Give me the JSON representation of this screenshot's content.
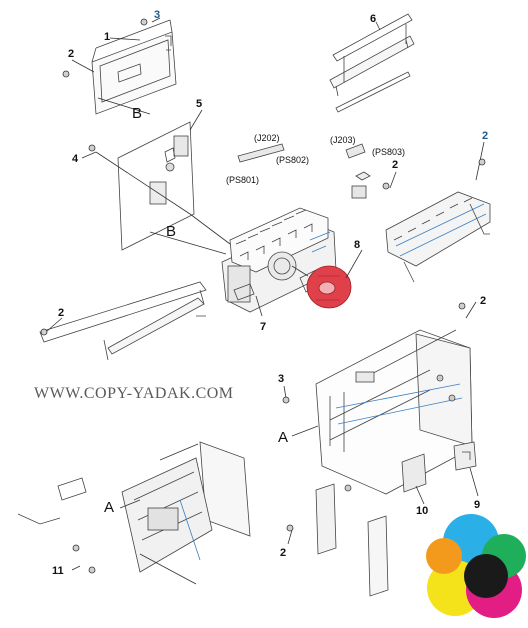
{
  "watermark": "WWW.COPY-YADAK.COM",
  "callouts": {
    "c1": "1",
    "c2a": "2",
    "c3a": "3",
    "c4": "4",
    "c5": "5",
    "c6": "6",
    "c2b": "2",
    "c2c": "2",
    "c8": "8",
    "c7": "7",
    "c2d": "2",
    "c2e": "2",
    "c3b": "3",
    "c9": "9",
    "c10": "10",
    "c2f": "2",
    "c11": "11"
  },
  "ref_letters": {
    "b1": "B",
    "b2": "B",
    "a1": "A",
    "a2": "A"
  },
  "signals": {
    "j202": "(J202)",
    "ps802": "(PS802)",
    "ps801": "(PS801)",
    "j203": "(J203)",
    "ps803": "(PS803)"
  },
  "colors": {
    "line": "#333333",
    "highlight": "#e0404a",
    "part_blue": "#3a7fc0",
    "ink": "#111111"
  }
}
